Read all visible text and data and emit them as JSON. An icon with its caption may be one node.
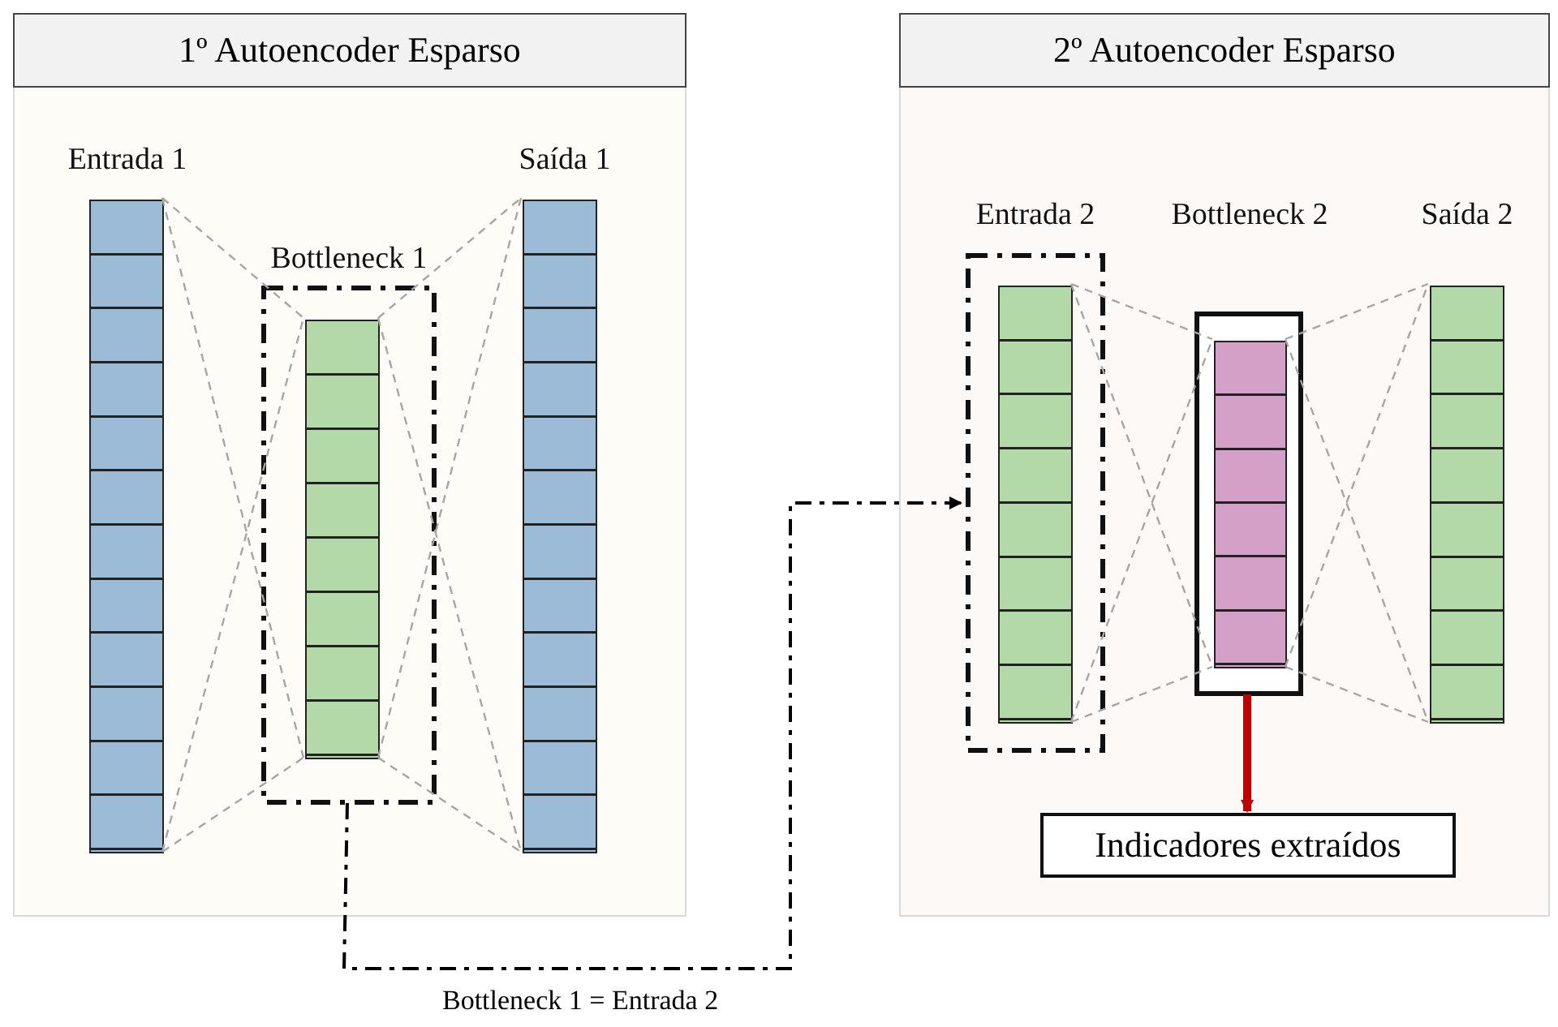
{
  "diagram": {
    "nodes": [
      {
        "text": [
          "1º Autoencoder Esparso"
        ]
      },
      {
        "text": [
          "Entrada 1"
        ],
        "in": 0
      },
      {
        "text": [
          "Bottleneck 1"
        ],
        "in": 0
      },
      {
        "text": [],
        "shape": "bar",
        "in": 2
      },
      {
        "text": [
          "Saída 1"
        ],
        "in": 0
      },
      {
        "text": [
          "2º Autoencoder Esparso"
        ]
      },
      {
        "text": [
          "Entrada 2"
        ],
        "in": 5
      },
      {
        "text": [],
        "shape": "bar",
        "in": 6
      },
      {
        "text": [
          "Bottleneck 2"
        ],
        "in": 5
      },
      {
        "text": [],
        "shape": "bar",
        "in": 8
      },
      {
        "text": [
          "Saída 2"
        ],
        "in": 5
      },
      {
        "text": [
          "Indicadores extraídos"
        ],
        "in": 5
      }
    ],
    "edges": [
      {
        "from": 2,
        "to": 6,
        "arrow": "to",
        "style": "dashed",
        "color": "#000000",
        "label": "Bottleneck 1 = Entrada 2"
      },
      {
        "from": 1,
        "to": 3,
        "arrow": "none",
        "style": "dashed"
      },
      {
        "from": 3,
        "to": 4,
        "arrow": "none",
        "style": "dashed"
      },
      {
        "from": 7,
        "to": 9,
        "arrow": "none",
        "style": "dashed"
      },
      {
        "from": 9,
        "to": 10,
        "arrow": "none",
        "style": "dashed"
      },
      {
        "from": 8,
        "to": 11,
        "arrow": "to",
        "style": "thick",
        "color": "#c00000"
      }
    ]
  }
}
